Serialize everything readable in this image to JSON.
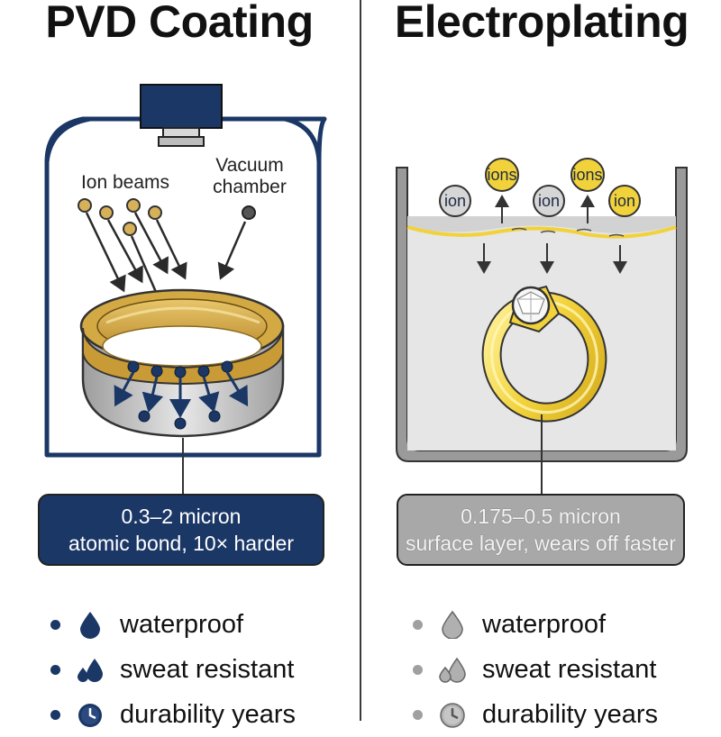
{
  "left": {
    "title": "PVD Coating",
    "labels": {
      "ion_beams": "Ion beams",
      "vacuum_chamber": "Vacuum chamber"
    },
    "info": {
      "line1": "0.3–2 micron",
      "line2": "atomic bond, 10× harder"
    },
    "features": [
      "waterproof",
      "sweat resistant",
      "durability years"
    ],
    "colors": {
      "accent": "#1a3766",
      "gold": "#c9a23c",
      "silver": "#c7c7c7"
    },
    "icons": [
      "water-drop-icon",
      "sweat-drops-icon",
      "clock-icon"
    ]
  },
  "right": {
    "title": "Electroplating",
    "ions": [
      "ion",
      "ions",
      "ion",
      "ions",
      "ion"
    ],
    "info": {
      "line1": "0.175–0.5 micron",
      "line2": "surface layer, wears off faster"
    },
    "features": [
      "waterproof",
      "sweat resistant",
      "durability years"
    ],
    "colors": {
      "accent": "#a8a8a8",
      "gold": "#f2d23a",
      "liquid": "#e6e6e6"
    },
    "icons": [
      "water-drop-icon",
      "sweat-drops-icon",
      "clock-icon"
    ]
  }
}
